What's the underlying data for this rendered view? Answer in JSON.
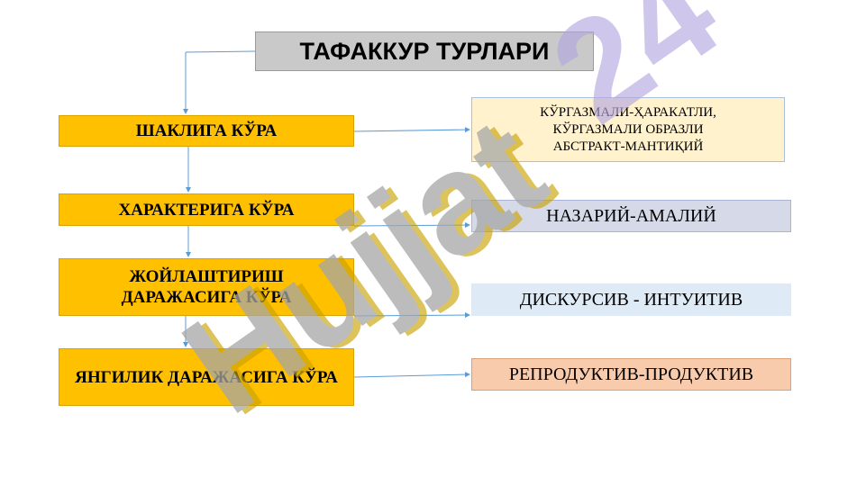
{
  "diagram": {
    "title": "ТАФАККУР ТУРЛАРИ",
    "categories": [
      "ШАКЛИГА КЎРА",
      "ХАРАКТЕРИГА КЎРА",
      "ЖОЙЛАШТИРИШ ДАРАЖАСИГА КЎРА",
      "ЯНГИЛИК ДАРАЖАСИГА КЎРА"
    ],
    "types": [
      [
        "КЎРГАЗМАЛИ-ҲАРАКАТЛИ,",
        "КЎРГАЗМАЛИ ОБРАЗЛИ",
        "АБСТРАКТ-МАНТИҚИЙ"
      ],
      "НАЗАРИЙ-АМАЛИЙ",
      "ДИСКУРСИВ - ИНТУИТИВ",
      "РЕПРОДУКТИВ-ПРОДУКТИВ"
    ]
  },
  "watermark": {
    "text": "Hujjat24",
    "colors": {
      "letters": "#a6a6a6",
      "shadow": "#c9a200",
      "digits": "#b4a7e0"
    }
  },
  "colors": {
    "category_fill": "#ffc000",
    "title_fill": "#c9c9c9",
    "connector": "#5b9bd5"
  }
}
